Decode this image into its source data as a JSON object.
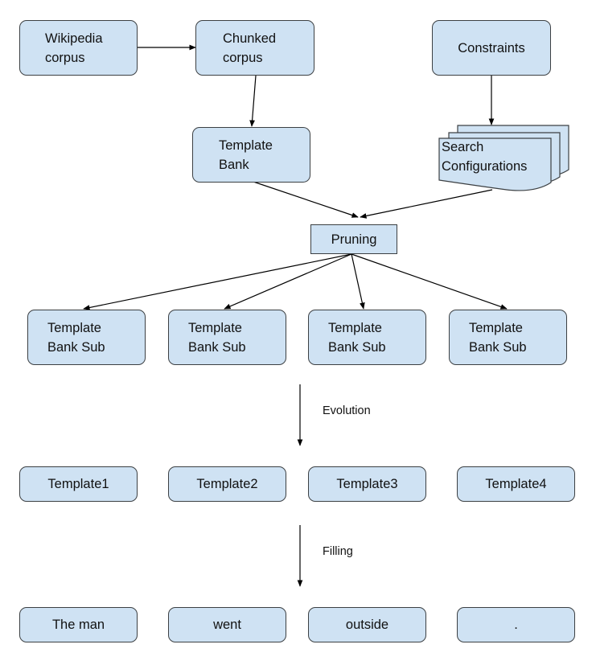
{
  "nodes": {
    "wikipedia_corpus": "Wikipedia\ncorpus",
    "chunked_corpus": "Chunked\ncorpus",
    "constraints": "Constraints",
    "template_bank": "Template\nBank",
    "search_configurations": "Search\nConfigurations",
    "pruning": "Pruning",
    "sub_banks": [
      "Template\nBank Sub",
      "Template\nBank Sub",
      "Template\nBank Sub",
      "Template\nBank Sub"
    ],
    "templates": [
      "Template1",
      "Template2",
      "Template3",
      "Template4"
    ],
    "words": [
      "The man",
      "went",
      "outside",
      "."
    ]
  },
  "edge_labels": {
    "evolution": "Evolution",
    "filling": "Filling"
  },
  "colors": {
    "node_fill": "#cfe2f3",
    "node_stroke": "#3c4043",
    "arrow": "#000000"
  }
}
